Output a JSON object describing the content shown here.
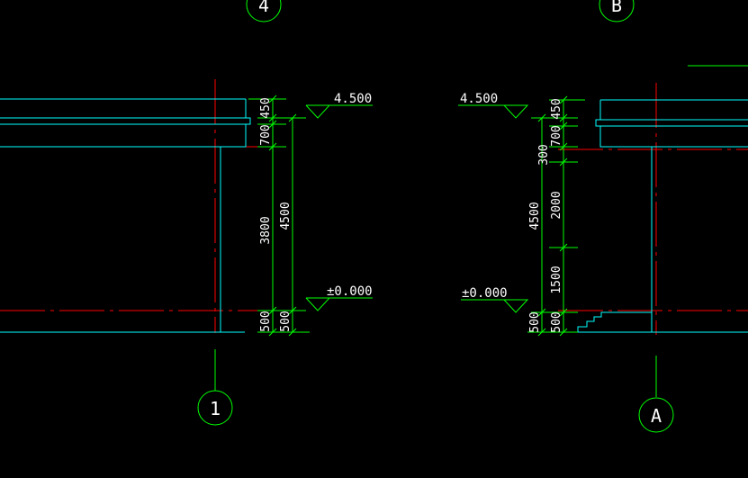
{
  "colors": {
    "background": "#000000",
    "outline": "#00FFFF",
    "dimension": "#00FF00",
    "grid": "#FF0000",
    "text": "#FFFFFF"
  },
  "grid_bubbles": {
    "left_top": "4",
    "right_top": "B",
    "left_bottom": "1",
    "right_bottom": "A"
  },
  "levels": {
    "left_top": "4.500",
    "left_bottom": "±0.000",
    "right_top": "4.500",
    "right_bottom": "±0.000"
  },
  "left_dims": {
    "col1": [
      "700",
      "450",
      "3800",
      "500"
    ],
    "col2": [
      "4500",
      "500"
    ]
  },
  "right_dims": {
    "col1": [
      "4500",
      "500"
    ],
    "col2": [
      "700",
      "450",
      "300",
      "2000",
      "1500",
      "500"
    ]
  }
}
